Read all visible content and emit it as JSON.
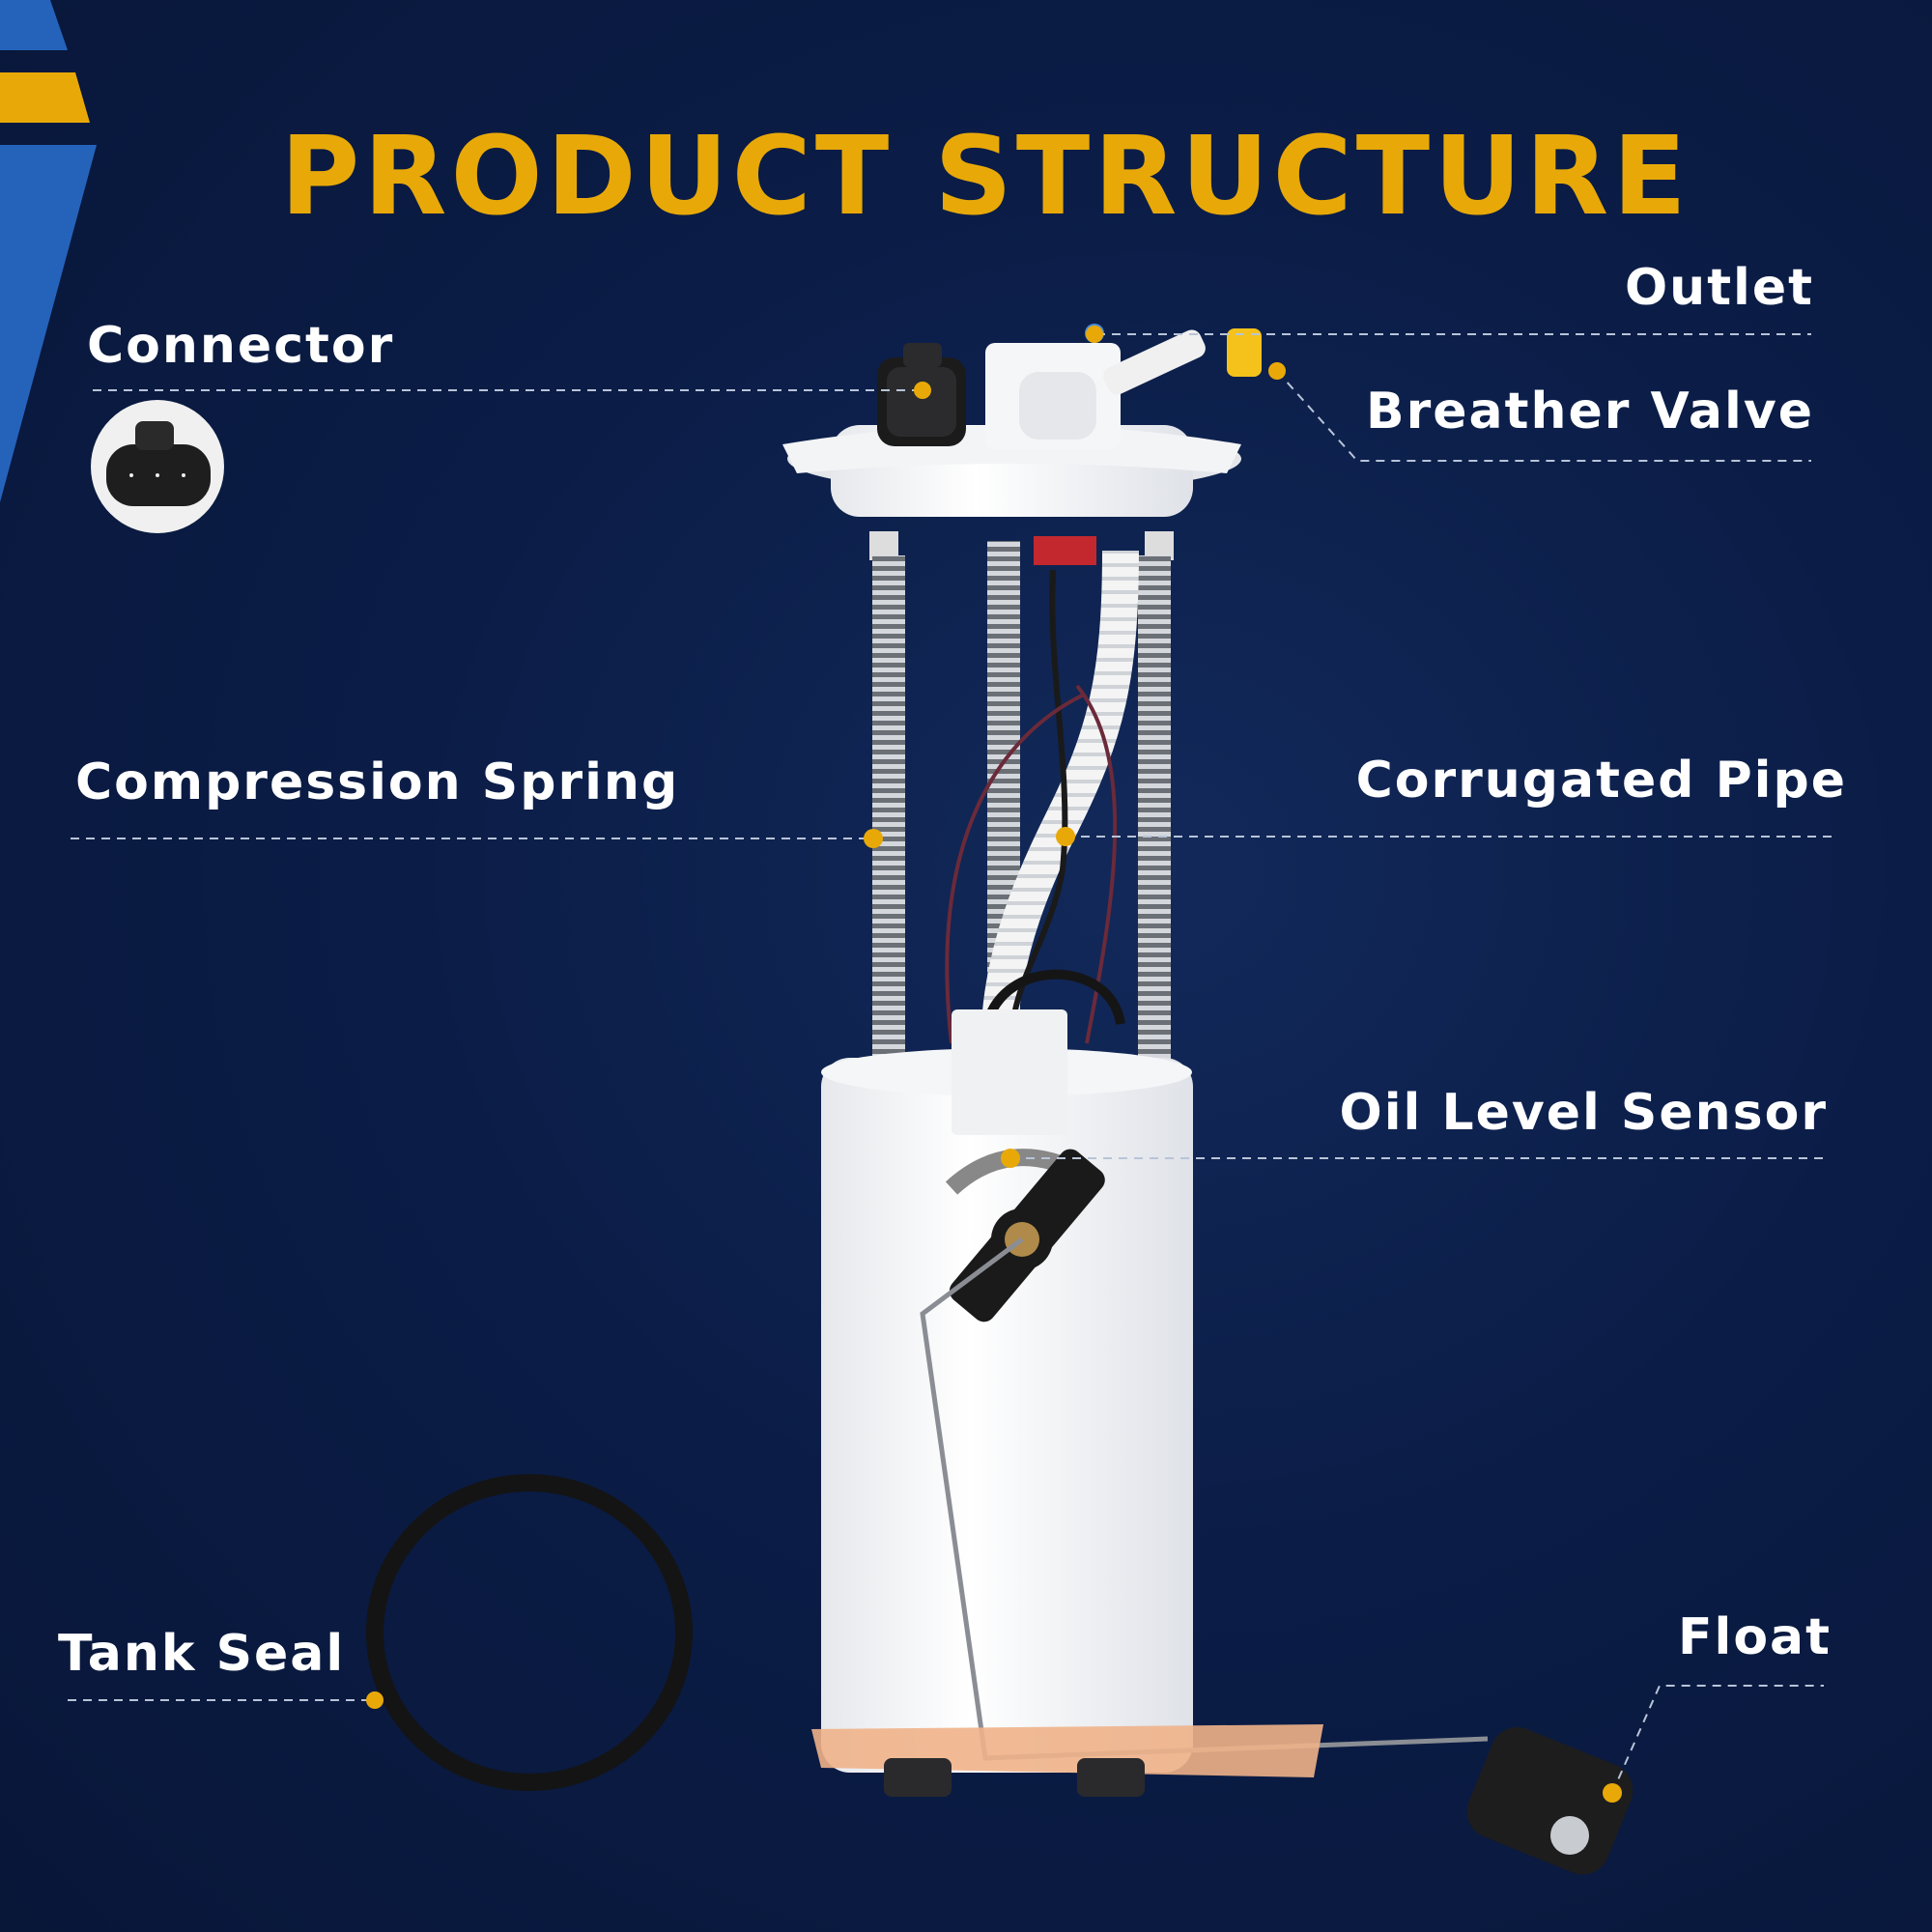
{
  "title": "PRODUCT STRUCTURE",
  "colors": {
    "background": "#0b1d47",
    "accent_gold": "#e8a908",
    "accent_blue": "#2563bb",
    "label_text": "#ffffff",
    "leader_line": "#b8c4d8"
  },
  "labels": {
    "connector": "Connector",
    "outlet": "Outlet",
    "breather_valve": "Breather Valve",
    "compression_spring": "Compression Spring",
    "corrugated_pipe": "Corrugated Pipe",
    "oil_level_sensor": "Oil Level Sensor",
    "tank_seal": "Tank Seal",
    "float": "Float"
  }
}
